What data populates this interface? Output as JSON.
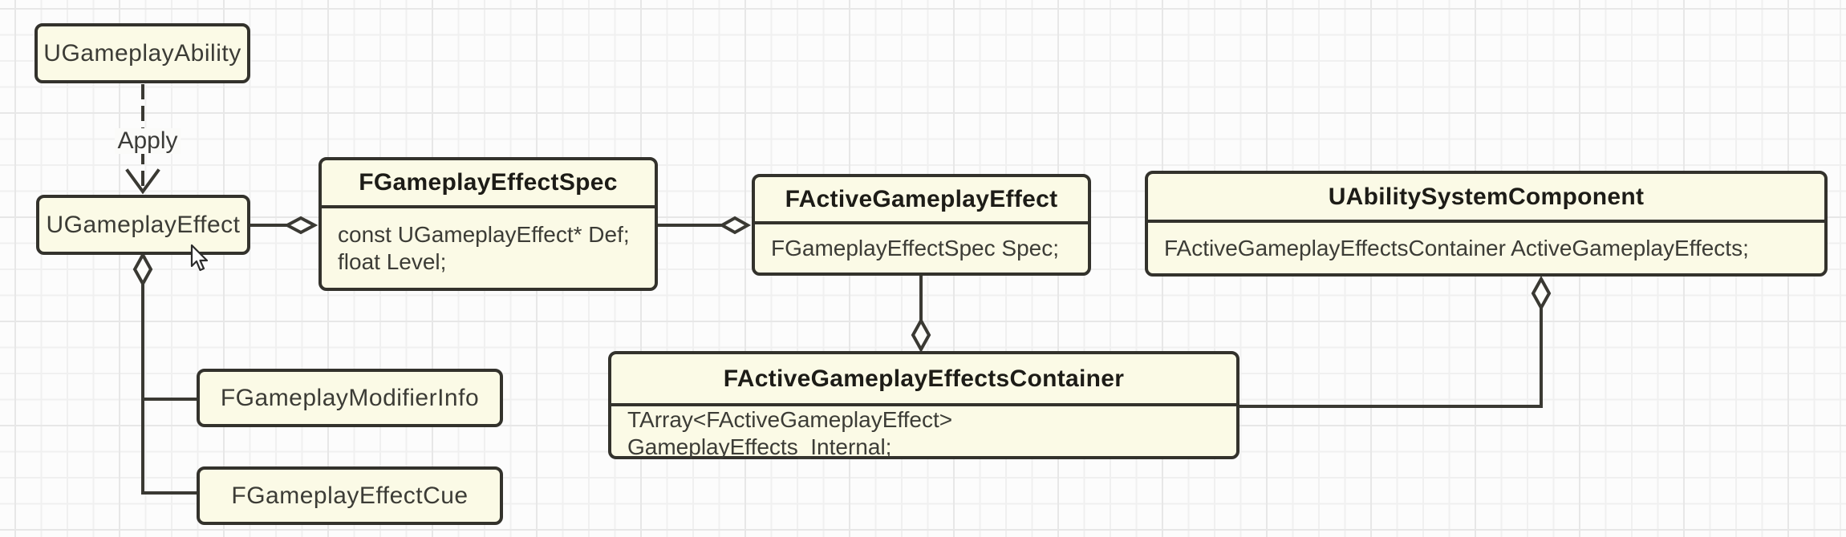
{
  "palette": {
    "canvas_background": "#fcfcfc",
    "grid_minor": "#f0f0f0",
    "grid_major": "#e7e7e7",
    "node_fill": "#fbfae6",
    "node_border": "#33322c",
    "connector": "#3a3933",
    "title_text": "#1d1c17",
    "body_text": "#3c3c36"
  },
  "edges": {
    "apply": {
      "label": "Apply",
      "style": "dashed, open arrowhead, UGameplayAbility to UGameplayEffect"
    }
  },
  "nodes": {
    "ability": {
      "title": "UGameplayAbility"
    },
    "effect": {
      "title": "UGameplayEffect"
    },
    "spec": {
      "title": "FGameplayEffectSpec",
      "members": [
        "const UGameplayEffect* Def;",
        "float Level;"
      ]
    },
    "active": {
      "title": "FActiveGameplayEffect",
      "members": [
        "FGameplayEffectSpec Spec;"
      ]
    },
    "asc": {
      "title": "UAbilitySystemComponent",
      "members": [
        "FActiveGameplayEffectsContainer ActiveGameplayEffects;"
      ]
    },
    "container": {
      "title": "FActiveGameplayEffectsContainer",
      "members": [
        "TArray<FActiveGameplayEffect> GameplayEffects_Internal;"
      ]
    },
    "modifier": {
      "title": "FGameplayModifierInfo"
    },
    "cue": {
      "title": "FGameplayEffectCue"
    }
  }
}
